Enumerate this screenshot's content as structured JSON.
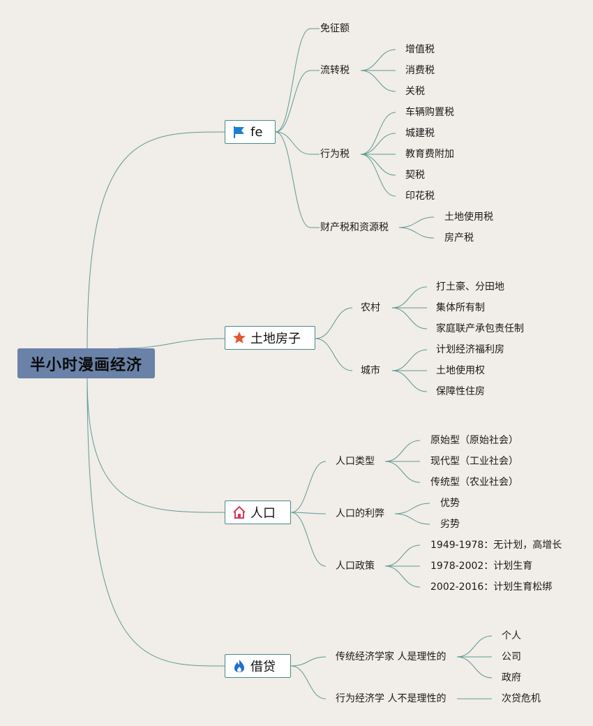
{
  "root": {
    "title": "半小时漫画经济"
  },
  "branches": [
    {
      "id": "fe",
      "label": "fe",
      "icon": "flag-icon",
      "icon_color": "#1a7fd1",
      "children": [
        {
          "label": "免征额",
          "children": []
        },
        {
          "label": "流转税",
          "children": [
            "增值税",
            "消费税",
            "关税"
          ]
        },
        {
          "label": "行为税",
          "children": [
            "车辆购置税",
            "城建税",
            "教育费附加",
            "契税",
            "印花税"
          ]
        },
        {
          "label": "财产税和资源税",
          "children": [
            "土地使用税",
            "房产税"
          ]
        }
      ]
    },
    {
      "id": "land",
      "label": "土地房子",
      "icon": "star-icon",
      "icon_color": "#e4572e",
      "children": [
        {
          "label": "农村",
          "children": [
            "打土豪、分田地",
            "集体所有制",
            "家庭联产承包责任制"
          ]
        },
        {
          "label": "城市",
          "children": [
            "计划经济福利房",
            "土地使用权",
            "保障性住房"
          ]
        }
      ]
    },
    {
      "id": "pop",
      "label": "人口",
      "icon": "house-icon",
      "icon_color": "#d23b5a",
      "children": [
        {
          "label": "人口类型",
          "children": [
            "原始型（原始社会）",
            "现代型（工业社会）",
            "传统型（农业社会）"
          ]
        },
        {
          "label": "人口的利弊",
          "children": [
            "优势",
            "劣势"
          ]
        },
        {
          "label": "人口政策",
          "children": [
            "1949-1978：无计划，高增长",
            "1978-2002：计划生育",
            "2002-2016：计划生育松绑"
          ]
        }
      ]
    },
    {
      "id": "loan",
      "label": "借贷",
      "icon": "flame-icon",
      "icon_color": "#1f6fd1",
      "children": [
        {
          "label": "传统经济学家 人是理性的",
          "children": [
            "个人",
            "公司",
            "政府"
          ]
        },
        {
          "label": "行为经济学 人不是理性的",
          "children": [
            "次贷危机"
          ]
        }
      ]
    }
  ],
  "colors": {
    "background": "#f1ede8",
    "root": "#6a82a8",
    "line": "#5d9a94",
    "box_border": "#4b8a86"
  }
}
